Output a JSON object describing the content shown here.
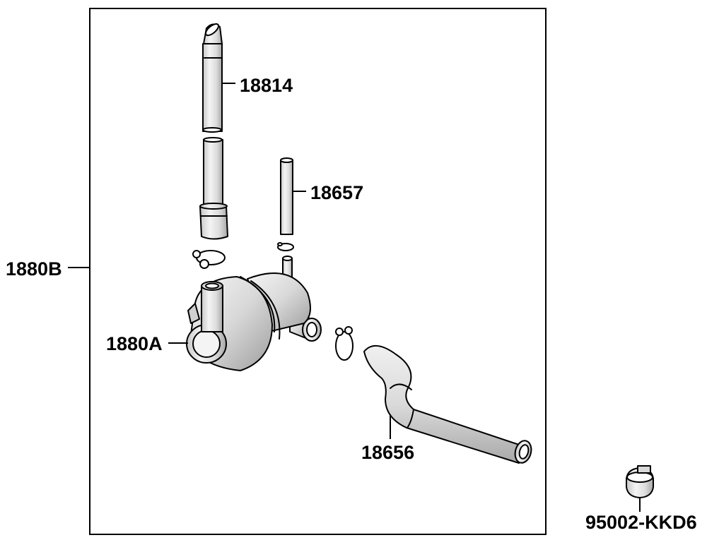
{
  "diagram": {
    "labels": {
      "p18814": "18814",
      "p18657": "18657",
      "p1880B": "1880B",
      "p1880A": "1880A",
      "p18656": "18656",
      "p95002": "95002-KKD6"
    }
  },
  "colors": {
    "line": "#000000",
    "fill_light": "#f2f2f2",
    "fill_mid": "#d9d9d9",
    "fill_dark": "#b3b3b3"
  }
}
